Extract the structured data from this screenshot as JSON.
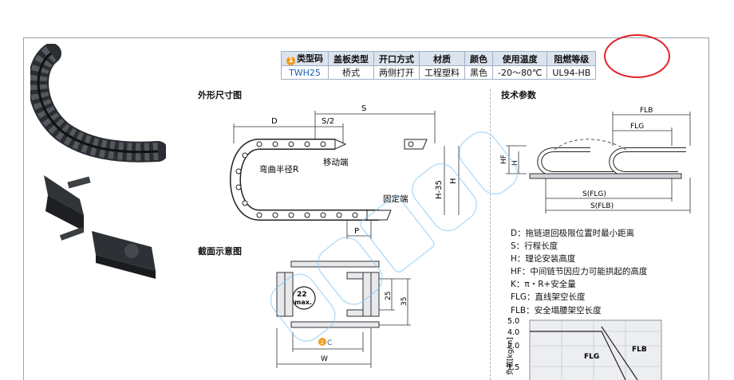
{
  "table": {
    "headers": [
      "类型码",
      "盖板类型",
      "开口方式",
      "材质",
      "颜色",
      "使用温度",
      "阻燃等级"
    ],
    "header_badge": "1",
    "row": [
      "TWH25",
      "桥式",
      "两侧打开",
      "工程塑料",
      "黑色",
      "-20～80℃",
      "UL94-HB"
    ]
  },
  "sections": {
    "outline": "外形尺寸图",
    "tech": "技术参数",
    "section": "截面示意图"
  },
  "outline_labels": {
    "S": "S",
    "D": "D",
    "S2": "S/2",
    "moving_end": "移动端",
    "bend_radius": "弯曲半径R",
    "fixed_end": "固定端",
    "H35": "H-35",
    "H": "H",
    "P": "P"
  },
  "section_labels": {
    "max_top": "22",
    "max_bottom": "max.",
    "d25": "25",
    "d35": "35",
    "c_badge": "2",
    "C": "C",
    "W": "W"
  },
  "tech_labels": {
    "FLb": "FLB",
    "FLg": "FLG",
    "Hf": "HF",
    "H": "H",
    "SFLg": "S(FLG)",
    "SFLb": "S(FLB)"
  },
  "legend": [
    "D：拖链退回极限位置时最小距离",
    "S：行程长度",
    "H：理论安装高度",
    "HF：中间链节因应力可能拱起的高度",
    "K：π・R+安全量",
    "FLG：直线架空长度",
    "FLB：安全塌腰架空长度"
  ],
  "load_chart": {
    "ylabel": "负载[kg/m]",
    "y_ticks": [
      "5.0",
      "4.0",
      "2.0",
      "1.5"
    ],
    "label_flg": "FLG",
    "label_flb": "FLB"
  },
  "colors": {
    "header_bg": "#dbe3ee",
    "code_blue": "#1a5fa8",
    "badge_orange": "#f29b1b",
    "highlight_red": "#e0232a",
    "watermark": "#7fc4f0"
  }
}
